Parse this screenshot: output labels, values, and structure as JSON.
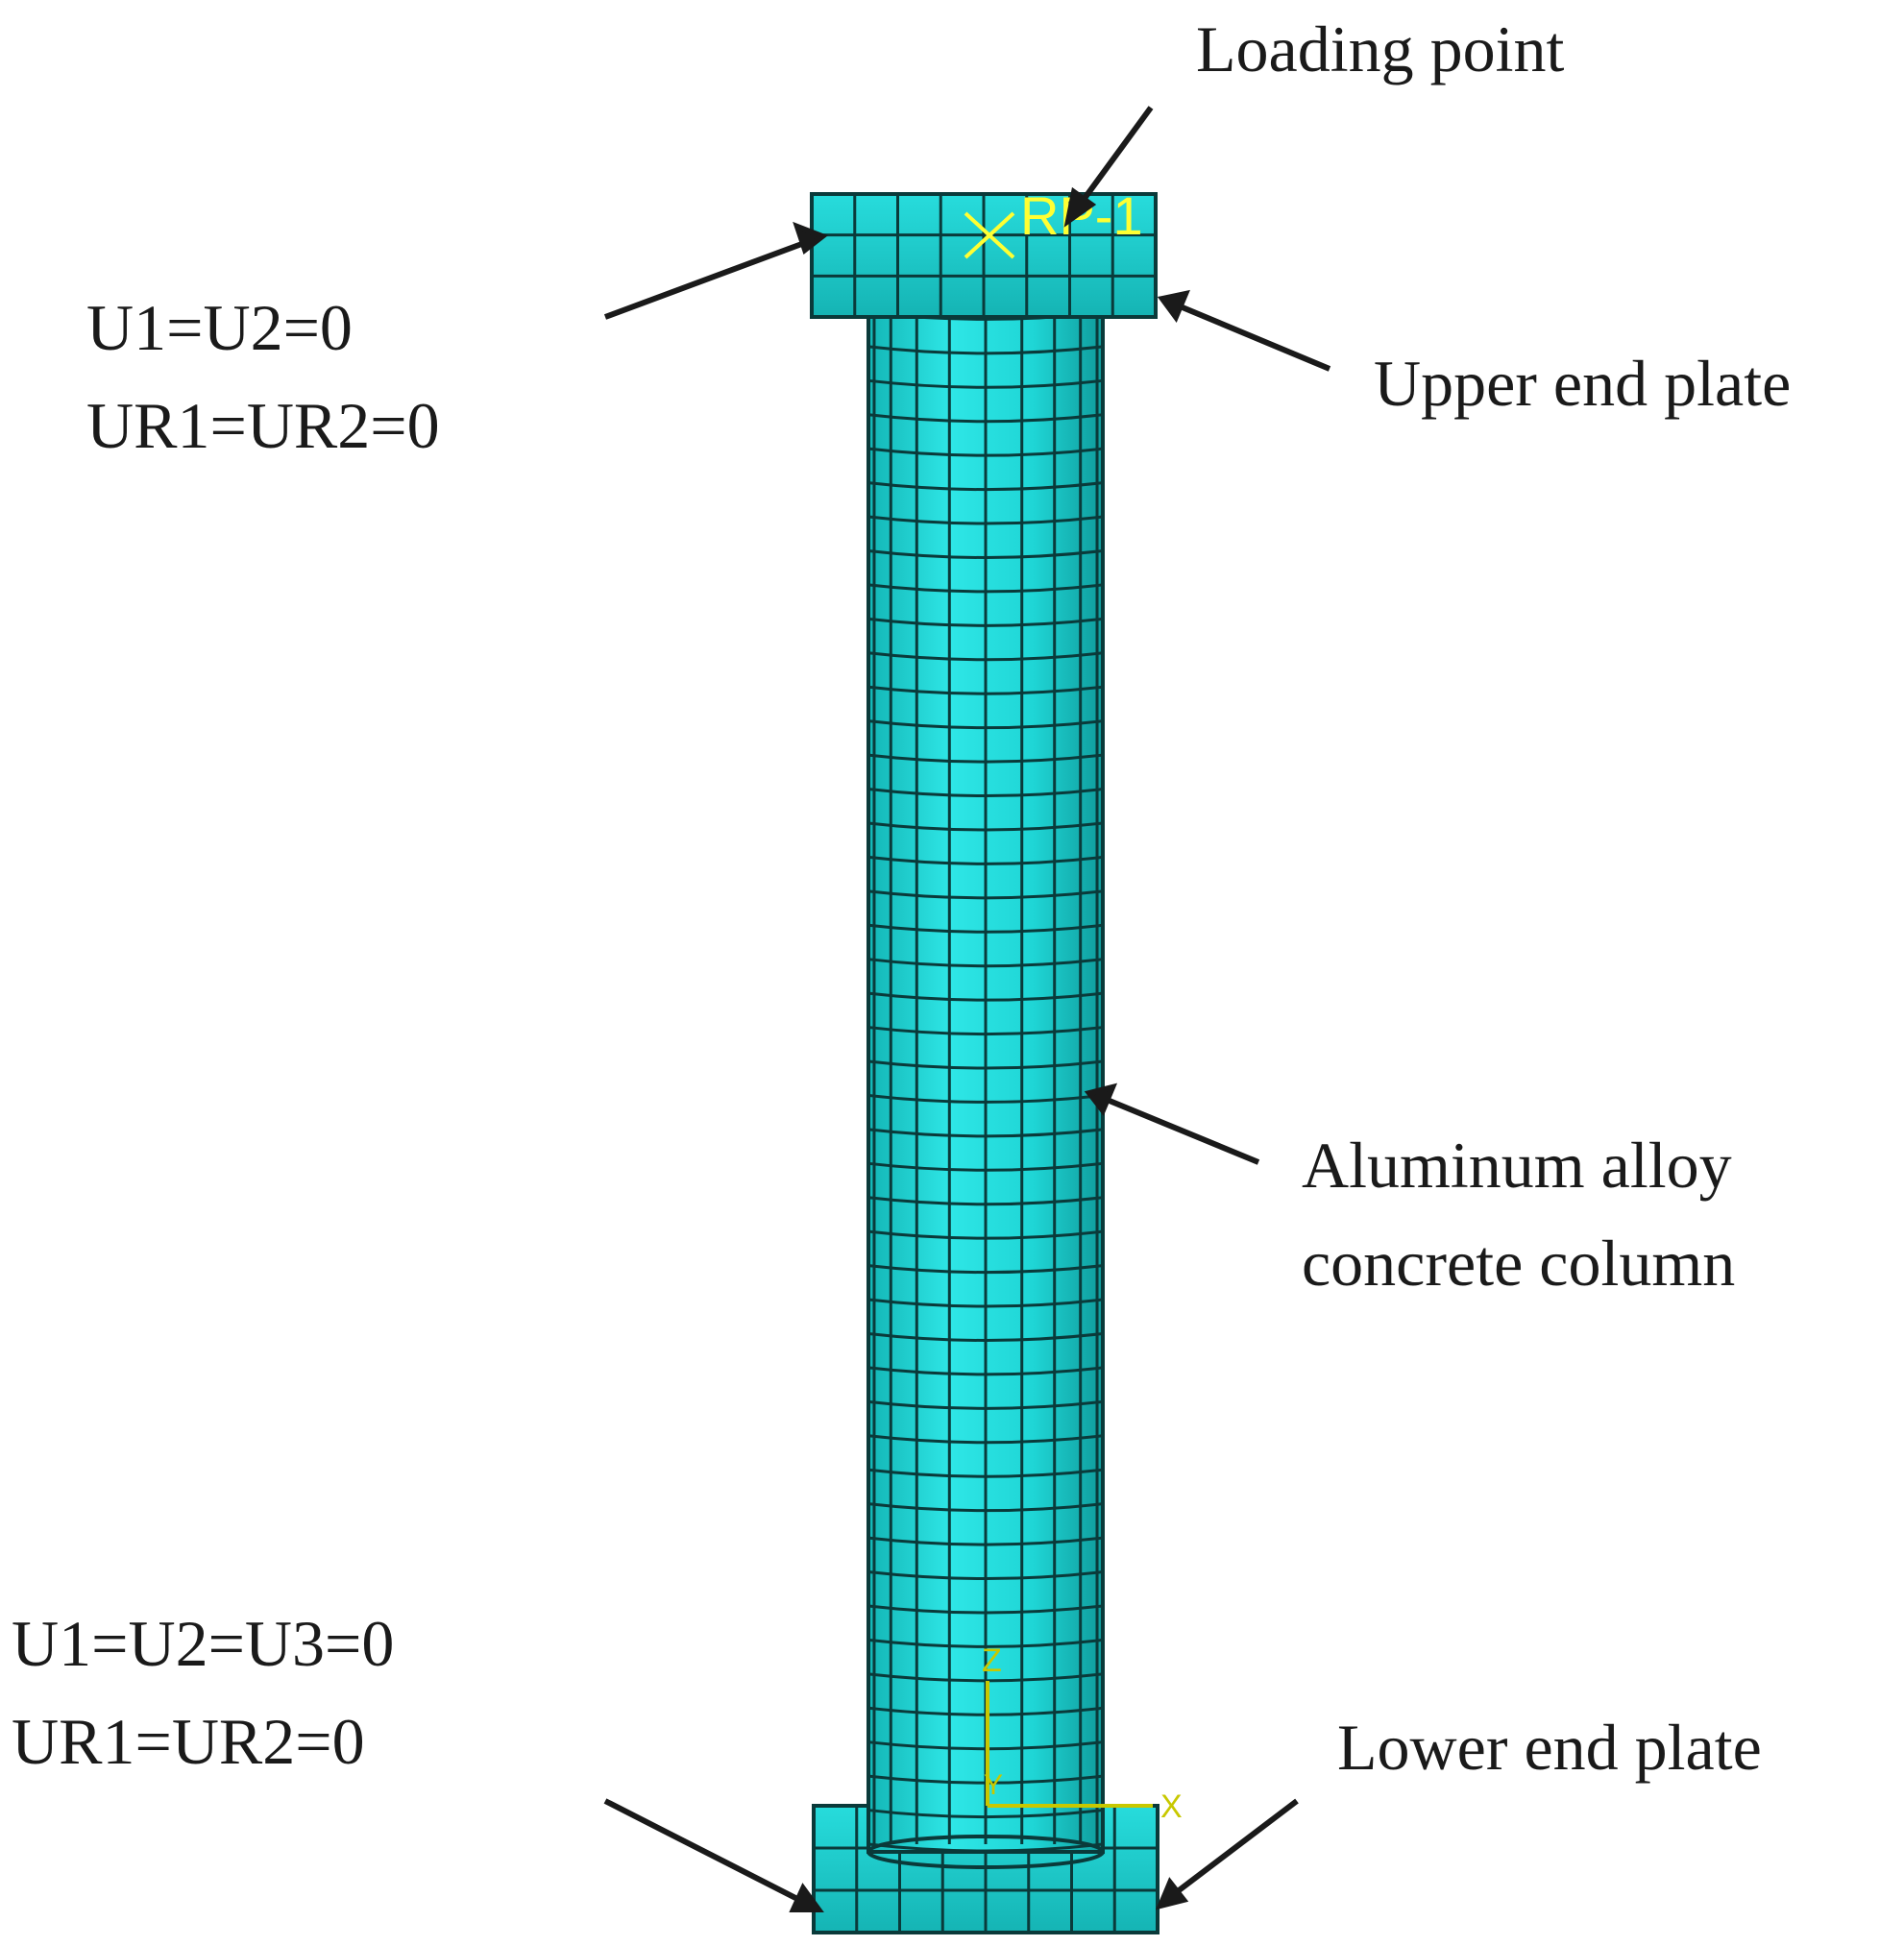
{
  "labels": {
    "loading_point": "Loading point",
    "upper_bc_line1": "U1=U2=0",
    "upper_bc_line2": "UR1=UR2=0",
    "upper_end_plate": "Upper end plate",
    "column_line1": "Aluminum alloy",
    "column_line2": "concrete column",
    "lower_bc_line1": "U1=U2=U3=0",
    "lower_bc_line2": "UR1=UR2=0",
    "lower_end_plate": "Lower end plate"
  },
  "model": {
    "reference_point": "RP-1",
    "axis_labels": {
      "vertical": "Z",
      "depth": "Y",
      "horizontal": "X"
    }
  },
  "colors": {
    "mesh_face": "#19d3d3",
    "mesh_face_light": "#2ee6e6",
    "mesh_edge": "#0a3a3a",
    "annotation": "#ffff33",
    "axis": "#c8c800",
    "leader_line": "#1a1a1a"
  }
}
